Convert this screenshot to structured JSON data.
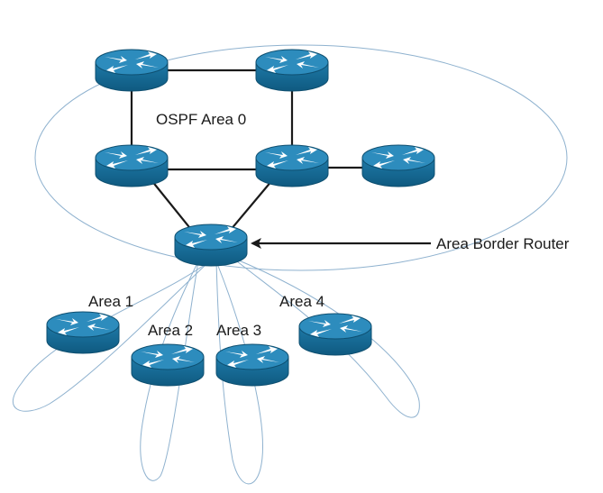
{
  "labels": {
    "area0": "OSPF Area 0",
    "abr": "Area Border Router",
    "area1": "Area 1",
    "area2": "Area 2",
    "area3": "Area 3",
    "area4": "Area 4"
  },
  "icons": {
    "router": "router-icon",
    "arrow": "arrow-icon"
  },
  "colors": {
    "router_body": "#1a6e98",
    "router_top": "#2d8cbd",
    "router_edge": "#0e4f70",
    "outline": "#8fb2cf",
    "link": "#1a1a1a"
  }
}
